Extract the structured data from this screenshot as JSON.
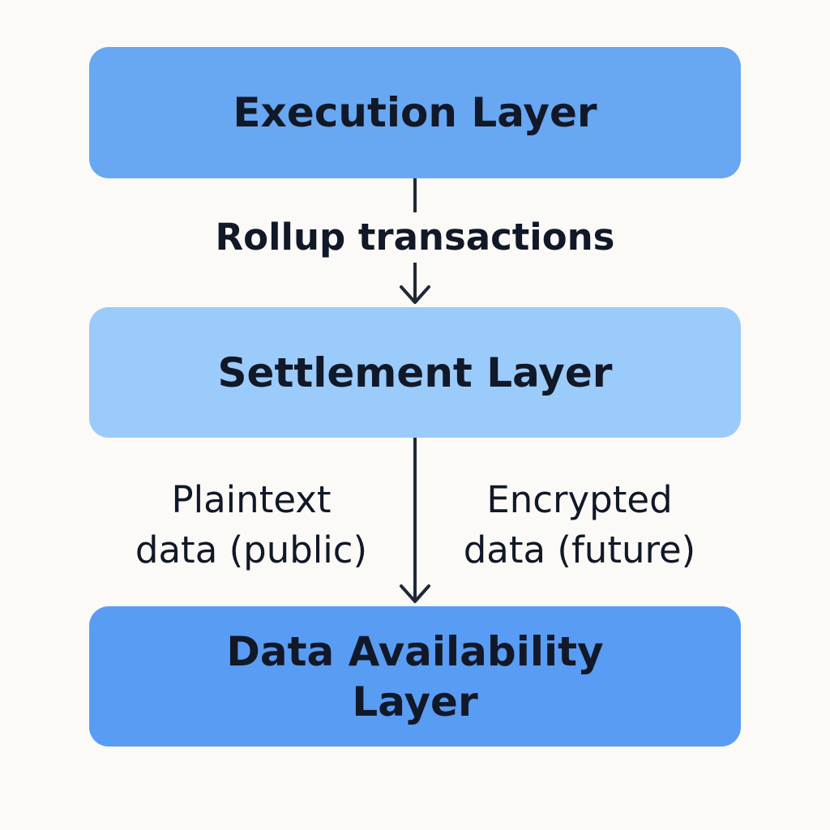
{
  "layers": {
    "execution": {
      "title": "Execution Layer",
      "color": "#68a7f2"
    },
    "settlement": {
      "title": "Settlement Layer",
      "color": "#9bcbfb"
    },
    "data_availability": {
      "title_lines": [
        "Data Availability",
        "Layer"
      ],
      "color": "#599cf3"
    }
  },
  "edges": {
    "execution_to_settlement": {
      "label": "Rollup transactions"
    },
    "settlement_to_da": {
      "left_label_lines": [
        "Plaintext",
        "data (public)"
      ],
      "right_label_lines": [
        "Encrypted",
        "data (future)"
      ]
    }
  },
  "colors": {
    "background": "#fbfaf7",
    "text": "#111827",
    "arrow": "#1f2937"
  }
}
